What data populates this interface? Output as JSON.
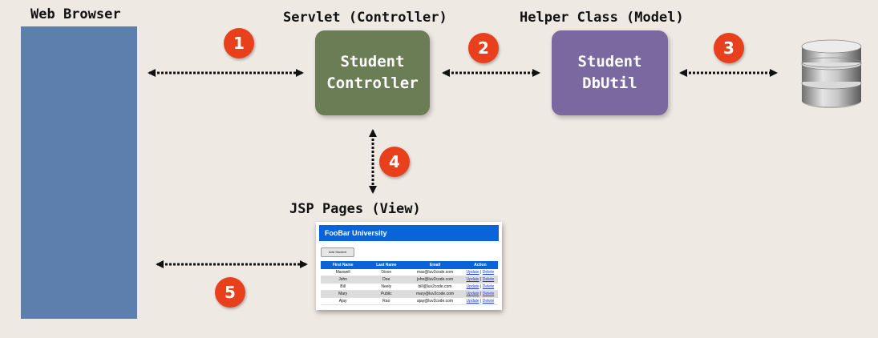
{
  "labels": {
    "web_browser": "Web Browser",
    "servlet": "Servlet (Controller)",
    "helper": "Helper Class (Model)",
    "jsp": "JSP Pages (View)"
  },
  "boxes": {
    "controller": "Student\nController",
    "dbutil": "Student\nDbUtil"
  },
  "steps": [
    "1",
    "2",
    "3",
    "4",
    "5"
  ],
  "icons": {
    "database": "database-icon"
  },
  "colors": {
    "browser": "#5d7fae",
    "controller": "#6a7d55",
    "dbutil": "#7a68a0",
    "badge": "#e8401c",
    "jsp_header": "#0a63d8"
  },
  "jsp_page": {
    "title": "FooBar University",
    "add_button": "Add Student",
    "columns": [
      "First Name",
      "Last Name",
      "Email",
      "Action"
    ],
    "rows": [
      [
        "Maxwell",
        "Dixon",
        "max@luv2code.com"
      ],
      [
        "John",
        "Doe",
        "john@luv2code.com"
      ],
      [
        "Bill",
        "Neely",
        "bill@luv2code.com"
      ],
      [
        "Mary",
        "Public",
        "mary@luv2code.com"
      ],
      [
        "Ajay",
        "Rao",
        "ajay@luv2code.com"
      ]
    ],
    "update_label": "Update",
    "delete_label": "Delete",
    "separator": "|"
  }
}
